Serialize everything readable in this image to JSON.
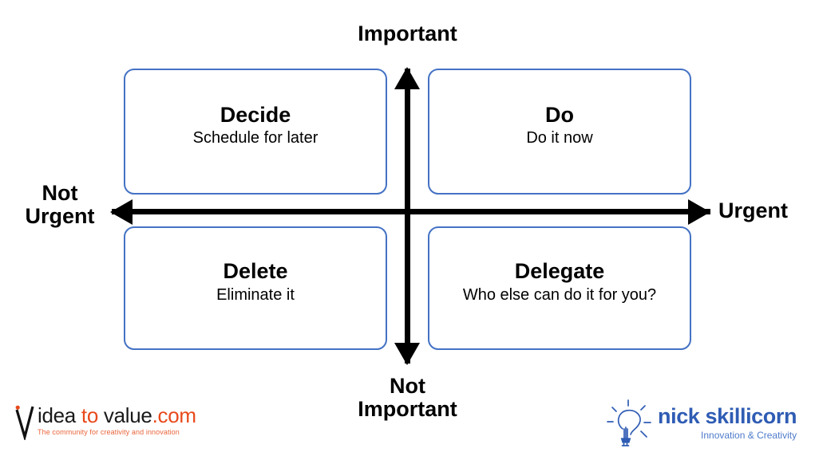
{
  "diagram": {
    "type": "eisenhower-matrix",
    "axes": {
      "top_label": "Important",
      "bottom_label": "Not\nImportant",
      "left_label": "Not\nUrgent",
      "right_label": "Urgent"
    },
    "quadrants": [
      {
        "id": "decide",
        "position": "top-left",
        "title": "Decide",
        "subtitle": "Schedule for later",
        "meaning": "Important / Not Urgent"
      },
      {
        "id": "do",
        "position": "top-right",
        "title": "Do",
        "subtitle": "Do it now",
        "meaning": "Important / Urgent"
      },
      {
        "id": "delete",
        "position": "bottom-left",
        "title": "Delete",
        "subtitle": "Eliminate it",
        "meaning": "Not Important / Not Urgent"
      },
      {
        "id": "delegate",
        "position": "bottom-right",
        "title": "Delegate",
        "subtitle": "Who else can do it for you?",
        "meaning": "Not Important / Urgent"
      }
    ]
  },
  "logos": {
    "idea_to_value": {
      "word_idea": "idea ",
      "word_to": "to",
      "word_value": " value",
      "word_dotcom": ".com",
      "tagline": "The community for creativity and innovation"
    },
    "nick_skillicorn": {
      "wordmark": "nick skillicorn",
      "tagline": "Innovation & Creativity"
    }
  },
  "colors": {
    "box_border": "#4472C4",
    "axis": "#000000",
    "text": "#000000",
    "itv_orange": "#E8491B",
    "itv_tagline": "#E8653A",
    "ns_blue": "#2F5CB4",
    "ns_tagline_blue": "#4E7BCB"
  }
}
